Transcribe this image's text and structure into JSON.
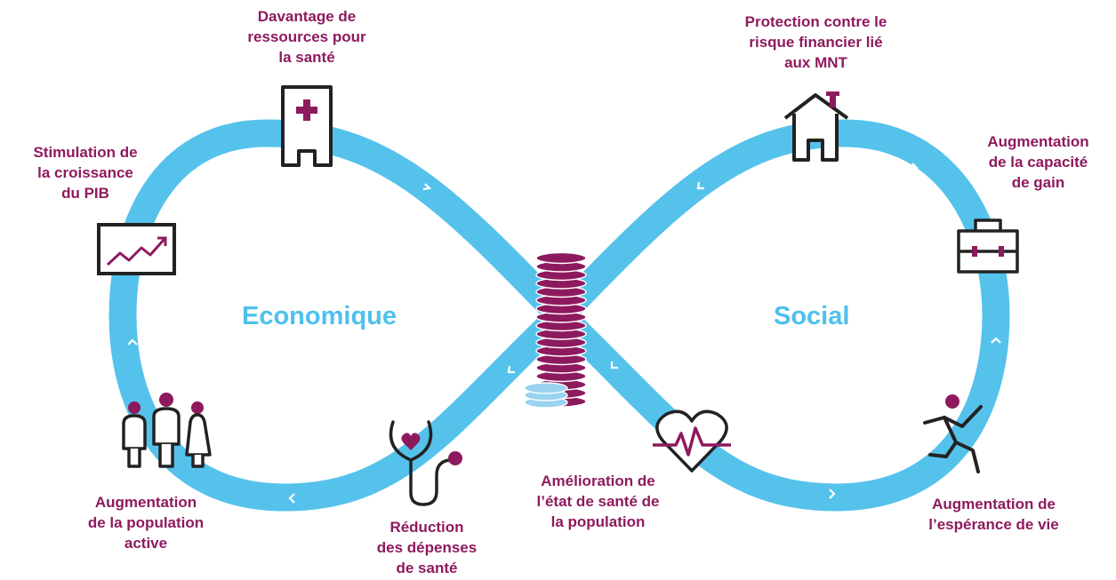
{
  "sections": {
    "left": "Economique",
    "right": "Social"
  },
  "labels": {
    "pib": [
      "Stimulation de",
      "la croissance",
      "du PIB"
    ],
    "resources": [
      "Davantage de",
      "ressources pour",
      "la santé"
    ],
    "population": [
      "Augmentation",
      "de la population",
      "active"
    ],
    "depenses": [
      "Réduction",
      "des dépenses",
      "de santé"
    ],
    "etat": [
      "Amélioration de",
      "l’état de santé de",
      "la population"
    ],
    "mnt": [
      "Protection contre le",
      "risque financier lié",
      "aux MNT"
    ],
    "gain": [
      "Augmentation",
      "de la capacité",
      "de gain"
    ],
    "esperance": [
      "Augmentation de",
      "l’espérance de vie"
    ]
  },
  "colors": {
    "loop": "#55c2ec",
    "accent": "#8e1a5e",
    "outline": "#222222",
    "arrow": "#ffffff"
  },
  "icons": {
    "pib": "line-chart-icon",
    "resources": "hospital-icon",
    "population": "people-group-icon",
    "depenses": "stethoscope-icon",
    "etat": "heartbeat-icon",
    "mnt": "house-icon",
    "gain": "briefcase-icon",
    "esperance": "running-person-icon",
    "center": "coin-stack-icon"
  }
}
